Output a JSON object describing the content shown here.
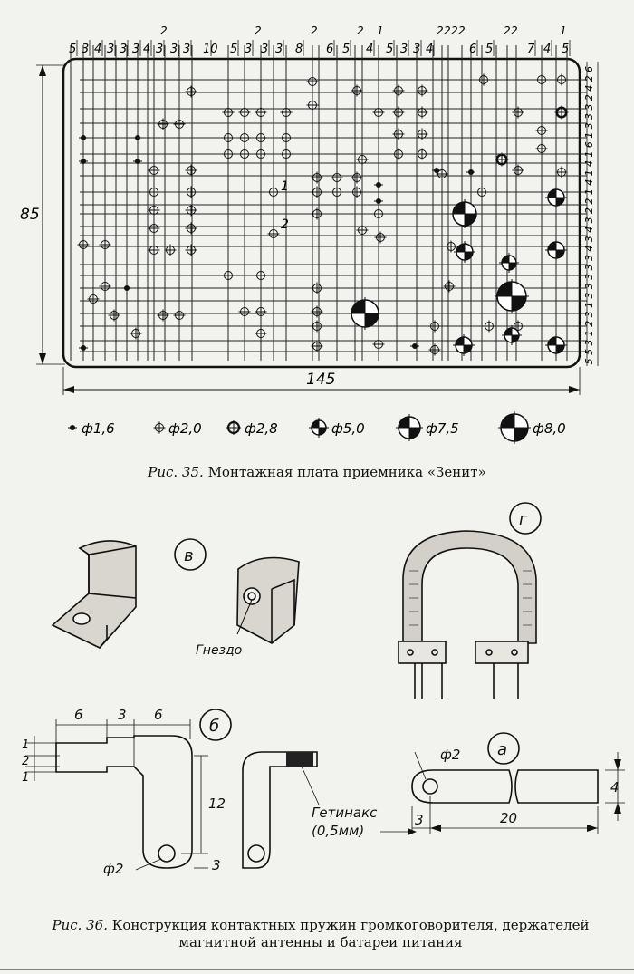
{
  "board": {
    "top_numbers": [
      "5",
      "3",
      "4",
      "3",
      "3",
      "3",
      "4",
      "3",
      "3",
      "3",
      "10",
      "5",
      "3",
      "3",
      "3",
      "8",
      "6",
      "5",
      "4",
      "5",
      "3",
      "3",
      "4",
      "6",
      "5",
      "7",
      "4",
      "5"
    ],
    "top_numbers_upper": [
      "2",
      "2",
      "2",
      "2",
      "1",
      "2",
      "2",
      "2",
      "2",
      "2",
      "2",
      "1"
    ],
    "right_numbers": [
      "6",
      "2",
      "4",
      "2",
      "3",
      "3",
      "3",
      "1",
      "6",
      "1",
      "4",
      "1",
      "4",
      "1",
      "2",
      "2",
      "3",
      "4",
      "3",
      "4",
      "3",
      "3",
      "3",
      "3",
      "3",
      "1",
      "3",
      "2",
      "1",
      "3",
      "5",
      "5"
    ],
    "hole_labels": [
      "1",
      "2"
    ],
    "width_dim": "145",
    "height_dim": "85"
  },
  "legend": [
    {
      "label": "ф1,6",
      "kind": "dot",
      "icon": "small-dot-hole-icon"
    },
    {
      "label": "ф2,0",
      "kind": "cross",
      "icon": "cross-hole-icon"
    },
    {
      "label": "ф2,8",
      "kind": "bold-cross",
      "icon": "bold-cross-hole-icon"
    },
    {
      "label": "ф5,0",
      "kind": "quadrant",
      "icon": "quadrant-hole-icon"
    },
    {
      "label": "ф7,5",
      "kind": "large-quadrant",
      "icon": "large-quadrant-hole-icon"
    },
    {
      "label": "ф8,0",
      "kind": "xlarge-quadrant",
      "icon": "xlarge-quadrant-hole-icon"
    }
  ],
  "caption35": {
    "number": "Рис. 35.",
    "text": "Монтажная плата приемника «Зенит»"
  },
  "fig36": {
    "view_labels": {
      "v": "в",
      "g": "г",
      "b": "б",
      "a": "а"
    },
    "nest_label": "Гнездо",
    "getinax_label": "Гетинакс",
    "getinax_thickness": "(0,5мм)",
    "dims_b": {
      "top1": "6",
      "top2": "3",
      "top3": "6",
      "left1": "1",
      "left2": "2",
      "left3": "1",
      "height": "12",
      "bottom": "3",
      "hole": "ф2"
    },
    "dims_a": {
      "hole": "ф2",
      "width": "4",
      "offset": "3",
      "length": "20"
    }
  },
  "caption36": {
    "number": "Рис. 36.",
    "text": "Конструкция контактных пружин громкоговорителя, держателей магнитной антенны и батареи питания"
  }
}
